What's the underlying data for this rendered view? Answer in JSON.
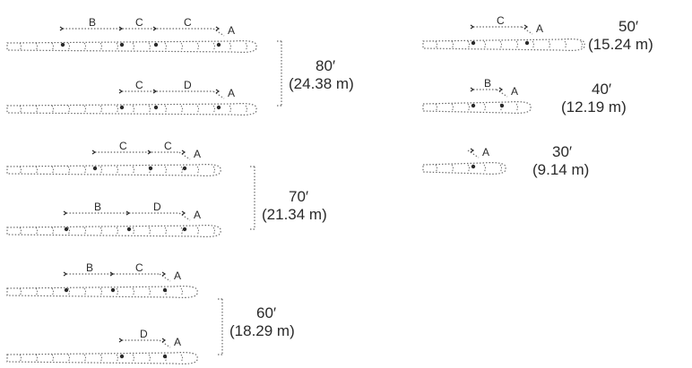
{
  "groups": [
    {
      "id": "g80",
      "feet": "80′",
      "metric": "(24.38 m)",
      "trees": [
        {
          "joints": [
            "B",
            "C",
            "C",
            "A"
          ]
        },
        {
          "joints": [
            "C",
            "D",
            "A"
          ]
        }
      ]
    },
    {
      "id": "g70",
      "feet": "70′",
      "metric": "(21.34 m)",
      "trees": [
        {
          "joints": [
            "C",
            "C",
            "A"
          ]
        },
        {
          "joints": [
            "B",
            "D",
            "A"
          ]
        }
      ]
    },
    {
      "id": "g60",
      "feet": "60′",
      "metric": "(18.29 m)",
      "trees": [
        {
          "joints": [
            "B",
            "C",
            "A"
          ]
        },
        {
          "joints": [
            "D",
            "A"
          ]
        }
      ]
    },
    {
      "id": "g50",
      "feet": "50′",
      "metric": "(15.24 m)",
      "trees": [
        {
          "joints": [
            "C",
            "A"
          ]
        }
      ]
    },
    {
      "id": "g40",
      "feet": "40′",
      "metric": "(12.19 m)",
      "trees": [
        {
          "joints": [
            "B",
            "A"
          ]
        }
      ]
    },
    {
      "id": "g30",
      "feet": "30′",
      "metric": "(9.14 m)",
      "trees": [
        {
          "joints": [
            "A"
          ]
        }
      ]
    }
  ],
  "colors": {
    "ink": "#2a2a2a",
    "dots": "#6a6a6a",
    "background": "#ffffff"
  }
}
